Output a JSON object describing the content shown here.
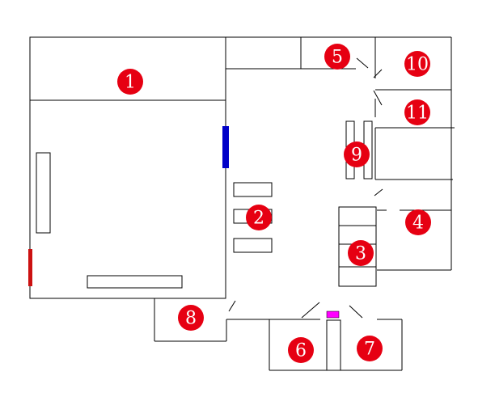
{
  "colors": {
    "background": "#ffffff",
    "wall": "#000000",
    "marker_fill": "#e60012",
    "marker_text": "#ffffff",
    "blue_door": "#0000c8",
    "red_door": "#cc1111",
    "magenta_box": "#ff00ff"
  },
  "markers": [
    {
      "label": "1"
    },
    {
      "label": "2"
    },
    {
      "label": "3"
    },
    {
      "label": "4"
    },
    {
      "label": "5"
    },
    {
      "label": "6"
    },
    {
      "label": "7"
    },
    {
      "label": "8"
    },
    {
      "label": "9"
    },
    {
      "label": "10"
    },
    {
      "label": "11"
    }
  ]
}
